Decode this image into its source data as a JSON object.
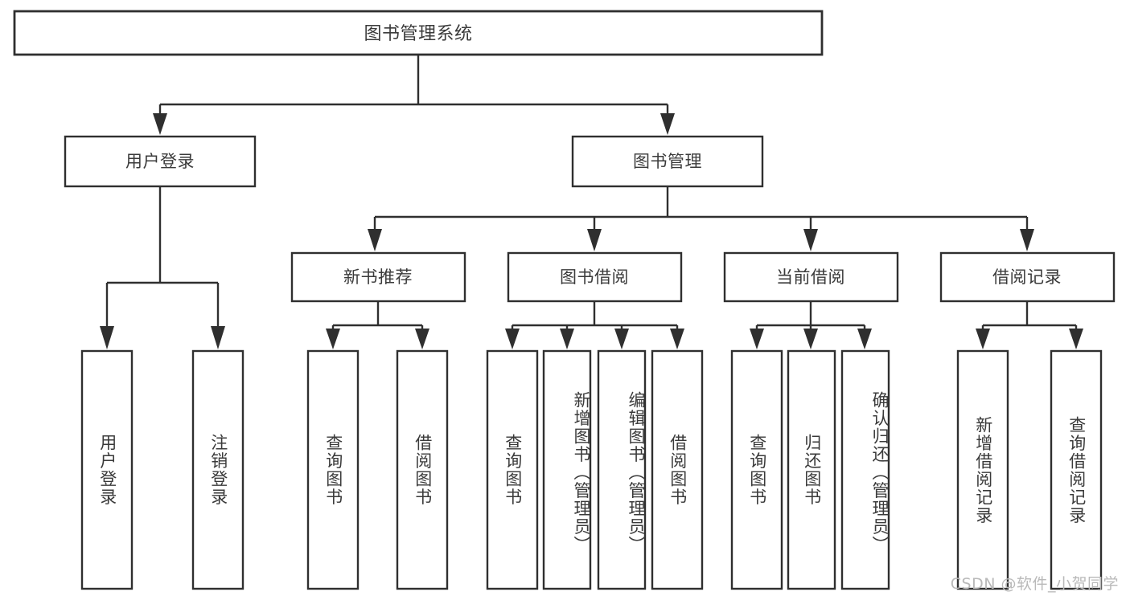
{
  "diagram": {
    "title": "图书管理系统",
    "type": "hierarchy-tree",
    "root": {
      "id": "root",
      "label": "图书管理系统"
    },
    "level2": [
      {
        "id": "user-login",
        "label": "用户登录"
      },
      {
        "id": "book-management",
        "label": "图书管理"
      }
    ],
    "level3": [
      {
        "id": "new-book-recommend",
        "label": "新书推荐",
        "parent": "book-management"
      },
      {
        "id": "book-borrow",
        "label": "图书借阅",
        "parent": "book-management"
      },
      {
        "id": "current-borrow",
        "label": "当前借阅",
        "parent": "book-management"
      },
      {
        "id": "borrow-record",
        "label": "借阅记录",
        "parent": "book-management"
      }
    ],
    "leaves": [
      {
        "id": "leaf-user-login",
        "label": "用户登录",
        "parent": "user-login"
      },
      {
        "id": "leaf-logout",
        "label": "注销登录",
        "parent": "user-login"
      },
      {
        "id": "leaf-query-book-1",
        "label": "查询图书",
        "parent": "new-book-recommend"
      },
      {
        "id": "leaf-borrow-book-1",
        "label": "借阅图书",
        "parent": "new-book-recommend"
      },
      {
        "id": "leaf-query-book-2",
        "label": "查询图书",
        "parent": "book-borrow"
      },
      {
        "id": "leaf-add-book",
        "label": "新增图书（管理员）",
        "parent": "book-borrow"
      },
      {
        "id": "leaf-edit-book",
        "label": "编辑图书（管理员）",
        "parent": "book-borrow"
      },
      {
        "id": "leaf-borrow-book-2",
        "label": "借阅图书",
        "parent": "book-borrow"
      },
      {
        "id": "leaf-query-book-3",
        "label": "查询图书",
        "parent": "current-borrow"
      },
      {
        "id": "leaf-return-book",
        "label": "归还图书",
        "parent": "current-borrow"
      },
      {
        "id": "leaf-confirm-return",
        "label": "确认归还（管理员）",
        "parent": "current-borrow"
      },
      {
        "id": "leaf-add-record",
        "label": "新增借阅记录",
        "parent": "borrow-record"
      },
      {
        "id": "leaf-query-record",
        "label": "查询借阅记录",
        "parent": "borrow-record"
      }
    ]
  },
  "watermark": {
    "text": "CSDN @软件_小贺同学"
  },
  "colors": {
    "box_stroke": "#2f2f2f",
    "box_fill": "#ffffff",
    "text": "#3a3a3a",
    "watermark": "#b9b9b9",
    "background": "#ffffff"
  }
}
